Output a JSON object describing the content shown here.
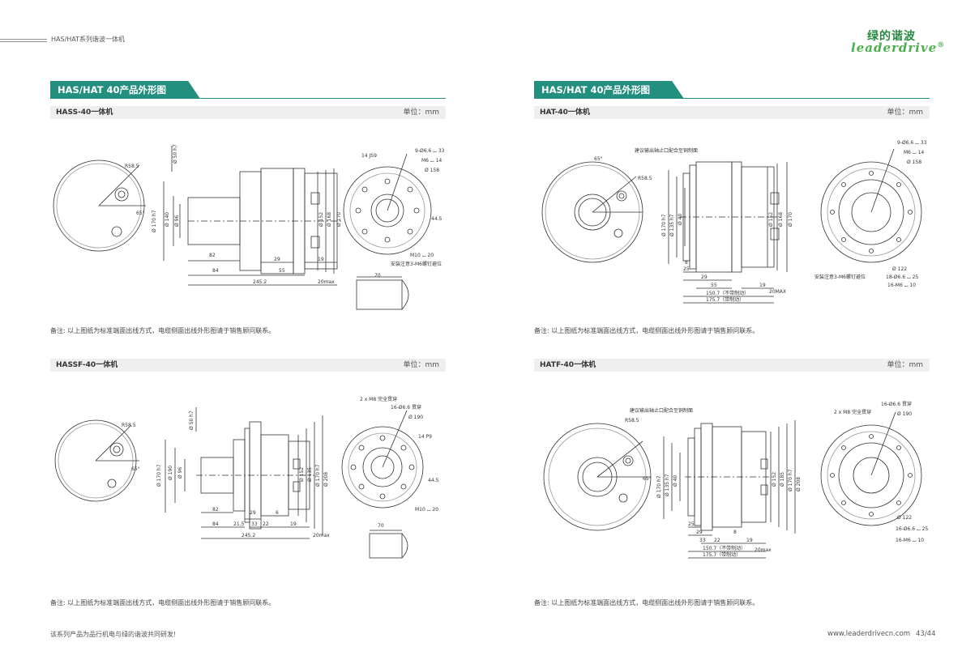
{
  "header": {
    "title": "HAS/HAT系列谐波一体机",
    "logo_cn": "绿的谐波",
    "logo_en": "leaderdrive",
    "logo_mark": "®"
  },
  "panels": [
    {
      "banner": "HAS/HAT 40产品外形图",
      "model": "HASS-40一体机",
      "unit": "单位：mm",
      "note": "备注: 以上图纸为标准端面出线方式，电缆侧面出线外形图请于销售顾问联系。",
      "labels": {
        "r": "R58.5",
        "ang": "65°",
        "d1": "Ø 170 h7",
        "d2": "Ø 140",
        "d3": "Ø 96",
        "d4": "Ø 50 h7",
        "d5": "Ø 152",
        "d6": "Ø 168",
        "d7": "Ø 170",
        "l1": "82",
        "l2": "84",
        "l3": "29",
        "l4": "55",
        "l5": "19",
        "l6": "245.2",
        "l7": "20max",
        "l8": "70",
        "c1": "9-Ø6.6 ⌴ 33",
        "c2": "M6 ⌴ 14",
        "c3": "Ø 158",
        "c4": "M10 ⌴ 20",
        "c5": "安装注意3-M6螺钉避位",
        "c6": "14 JS9",
        "c7": "44.5"
      }
    },
    {
      "banner": "HAS/HAT 40产品外形图",
      "model": "HAT-40一体机",
      "unit": "单位：mm",
      "note": "备注: 以上图纸为标准端面出线方式，电缆侧面出线外形图请于销售顾问联系。",
      "labels": {
        "r": "R58.5",
        "ang": "65°",
        "d1": "Ø 170 h7",
        "d2": "Ø 135 h7",
        "d3": "Ø 40",
        "d5": "Ø 152",
        "d6": "Ø 168",
        "d7": "Ø 170",
        "l1": "25",
        "l2": "29",
        "l3": "8",
        "l4": "55",
        "l5": "19",
        "l6": "150.7（不带制动）",
        "l7": "175.7（带制动）",
        "l8": "20MAX",
        "c1": "9-Ø6.6 ⌴ 33",
        "c2": "M6 ⌴ 14",
        "c3": "Ø 158",
        "c4": "Ø 122",
        "c5": "18-Ø6.6 ⌴ 25",
        "c6": "16-M6 ⌴ 10",
        "c7": "安装注意3-M6螺钉避位",
        "c8": "建议输出轴止口配合至铜制面"
      }
    },
    {
      "banner": "",
      "model": "HASSF-40一体机",
      "unit": "单位：mm",
      "note": "备注: 以上图纸为标准端面出线方式，电缆侧面出线外形图请于销售顾问联系。",
      "labels": {
        "r": "R58.5",
        "ang": "65°",
        "d1": "Ø 170 h7",
        "d2": "Ø 190",
        "d3": "Ø 96",
        "d4": "Ø 50 h7",
        "d5": "Ø 152",
        "d6": "Ø 135",
        "d7": "Ø 170 h7",
        "d8": "Ø 208",
        "l1": "82",
        "l2": "84",
        "l3": "21.5",
        "l4": "33",
        "l5": "22",
        "l6": "19",
        "l7": "245.2",
        "l8": "20max",
        "l9": "29",
        "l10": "6",
        "l11": "70",
        "c1": "2 x M8 完全贯穿",
        "c2": "16-Ø6.6 贯穿",
        "c3": "Ø 190",
        "c4": "14 P9",
        "c5": "44.5",
        "c6": "M10 ⌴ 20"
      }
    },
    {
      "banner": "",
      "model": "HATF-40一体机",
      "unit": "单位：mm",
      "note": "备注: 以上图纸为标准端面出线方式，电缆侧面出线外形图请于销售顾问联系。",
      "labels": {
        "r": "R58.5",
        "ang": "65°",
        "d1": "Ø 170 h7",
        "d2": "Ø 135 h7",
        "d3": "Ø 40",
        "d5": "Ø 152",
        "d6": "Ø 185",
        "d7": "Ø 170 h7",
        "d8": "Ø 208",
        "l1": "25",
        "l2": "29",
        "l3": "33",
        "l4": "22",
        "l5": "19",
        "l6": "8",
        "l7": "150.7（不带制动）",
        "l8": "175.7（带制动）",
        "l9": "20max",
        "c1": "2 x M8 完全贯穿",
        "c2": "16-Ø6.6 贯穿",
        "c3": "Ø 190",
        "c4": "Ø 122",
        "c5": "16-Ø6.6 ⌴ 25",
        "c6": "16-M6 ⌴ 10",
        "c7": "建议输出轴止口配合至铜制面"
      }
    }
  ],
  "footer": {
    "left": "该系列产品为品行机电与绿的谐波共同研发!",
    "url": "www.leaderdrivecn.com",
    "page": "43/44"
  }
}
